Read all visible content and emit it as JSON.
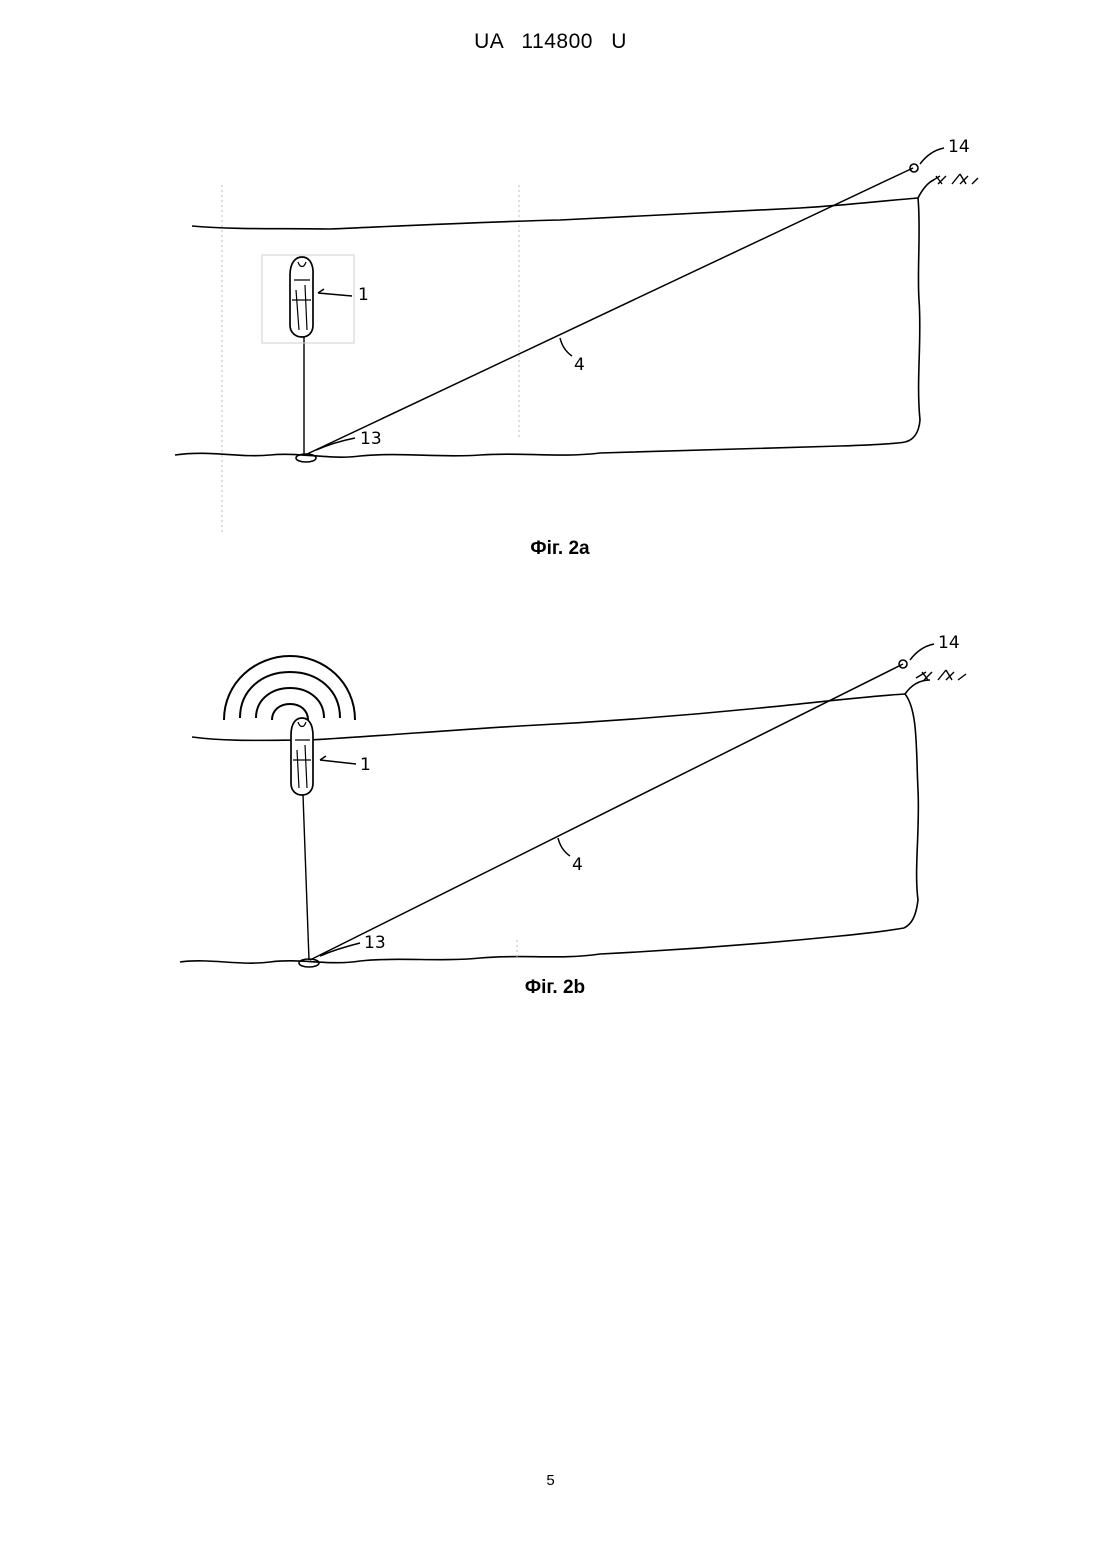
{
  "header": {
    "text": "UA   114800   U"
  },
  "figures": [
    {
      "caption": "Фіг. 2а",
      "labels": {
        "device": "1",
        "line": "4",
        "anchor": "13",
        "shore_point": "14"
      }
    },
    {
      "caption": "Фіг. 2b",
      "labels": {
        "device": "1",
        "line": "4",
        "anchor": "13",
        "shore_point": "14"
      }
    }
  ],
  "footer": {
    "page_number": "5"
  }
}
